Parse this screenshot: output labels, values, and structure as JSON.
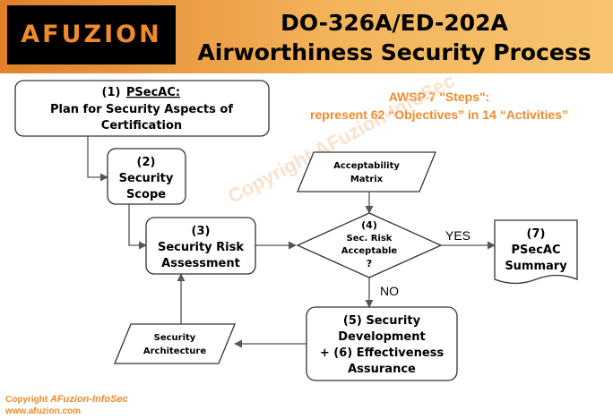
{
  "header": {
    "logo": "AFUZION",
    "title_line1": "DO-326A/ED-202A",
    "title_line2": "Airworthiness Security Process"
  },
  "note": {
    "line1": "AWSP 7 \"Steps\":",
    "line2": "represent 62 “Objectives” in 14 “Activities”"
  },
  "watermark": "Copyright AFuzion-InfoSec",
  "nodes": {
    "step1": {
      "number": "(1)",
      "keyword": "PSecAC:",
      "line2": "Plan for Security Aspects of",
      "line3": "Certification"
    },
    "step2": {
      "number": "(2)",
      "line2": "Security",
      "line3": "Scope"
    },
    "step3": {
      "number": "(3)",
      "line2": "Security Risk",
      "line3": "Assessment"
    },
    "acceptability_matrix": {
      "line1": "Acceptability",
      "line2": "Matrix"
    },
    "step4": {
      "number": "(4)",
      "line2": "Sec. Risk",
      "line3": "Acceptable",
      "line4": "?"
    },
    "step7": {
      "number": "(7)",
      "line2": "PSecAC",
      "line3": "Summary"
    },
    "step5_6": {
      "line1": "(5) Security",
      "line2": "Development",
      "line3": "+ (6) Effectiveness",
      "line4": "Assurance"
    },
    "security_architecture": {
      "line1": "Security",
      "line2": "Architecture"
    }
  },
  "edges": {
    "yes_label": "YES",
    "no_label": "NO"
  },
  "footer": {
    "copyright_prefix": "Copyright",
    "copyright_brand": "AFuzion-InfoSec",
    "website": "www.afuzion.com"
  },
  "colors": {
    "accent_orange": "#f08a2a",
    "header_gradient_start": "#e0802a",
    "header_gradient_end": "#f7c471",
    "logo_background": "#000000"
  }
}
